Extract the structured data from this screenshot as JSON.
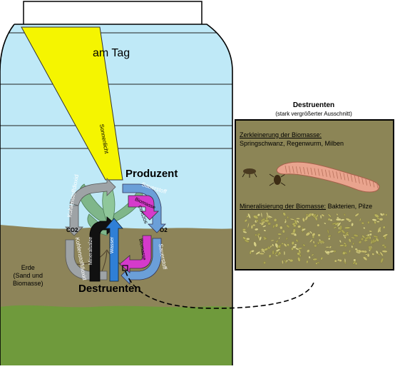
{
  "labels": {
    "am_tag": "am Tag",
    "sonnenlicht": "Sonnenlicht",
    "produzent": "Produzent",
    "destruenten": "Destruenten",
    "erde": [
      "Erde",
      "(Sand und",
      "Biomasse)"
    ],
    "co2": "CO2",
    "o2": "O2",
    "sauerstoff_top": "Sauerstoff",
    "sauerstoff_right": "Sauerstoff",
    "kohlenstoffdioxid_left": "Kohlenstoffdioxid",
    "kohlenstoffdioxid_bottom": "Kohlenstoffdioxid",
    "biomasse_top": "Biomasse",
    "biomasse_bottom": "Biomasse",
    "mineralsalze": "Mineralsalze",
    "wasser": "Wasser",
    "c6h12o6": "C6H12O6"
  },
  "side_panel": {
    "title": "Destruenten",
    "subtitle": "(stark vergrößerter Ausschnitt)",
    "section1_heading": "Zerkleinerung der Biomasse:",
    "section1_text": "Springschwanz, Regenwurm, Milben",
    "section2_heading": "Mineralisierung der Biomasse:",
    "section2_text": " Bakterien, Pilze"
  },
  "colors": {
    "water": "#bfe9f7",
    "soil": "#8d8459",
    "grass": "#6f9a3c",
    "sun": "#f5f500",
    "gray_arrow": "#9ea3a6",
    "blue_arrow": "#6b9fd8",
    "magenta": "#d53acb",
    "black_arrow": "#111111",
    "panel_bg": "#8c8556",
    "worm": "#e9a48e"
  }
}
